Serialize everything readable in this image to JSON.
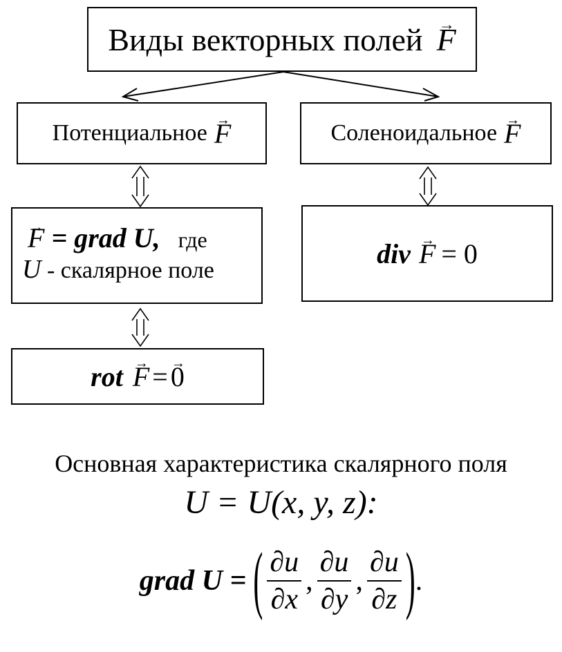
{
  "title": {
    "text": "Виды векторных полей",
    "vec": "F"
  },
  "potential": {
    "label": "Потенциальное",
    "vec": "F",
    "def_eq": "= grad U,",
    "def_where": "где",
    "def_u": "U",
    "def_u_text": "- скалярное поле",
    "rot_op": "rot",
    "rot_vec": "F",
    "rot_eq": "=",
    "rot_zero": "0"
  },
  "solenoidal": {
    "label": "Соленоидальное",
    "vec": "F",
    "div_op": "div",
    "div_vec": "F",
    "div_eq": "= 0"
  },
  "scalar": {
    "heading": "Основная характеристика скалярного поля",
    "equation": "U = U(x, y, z):",
    "grad_lhs": "grad U =",
    "fractions": [
      {
        "num": "∂u",
        "den": "∂x"
      },
      {
        "num": "∂u",
        "den": "∂y"
      },
      {
        "num": "∂u",
        "den": "∂z"
      }
    ]
  }
}
